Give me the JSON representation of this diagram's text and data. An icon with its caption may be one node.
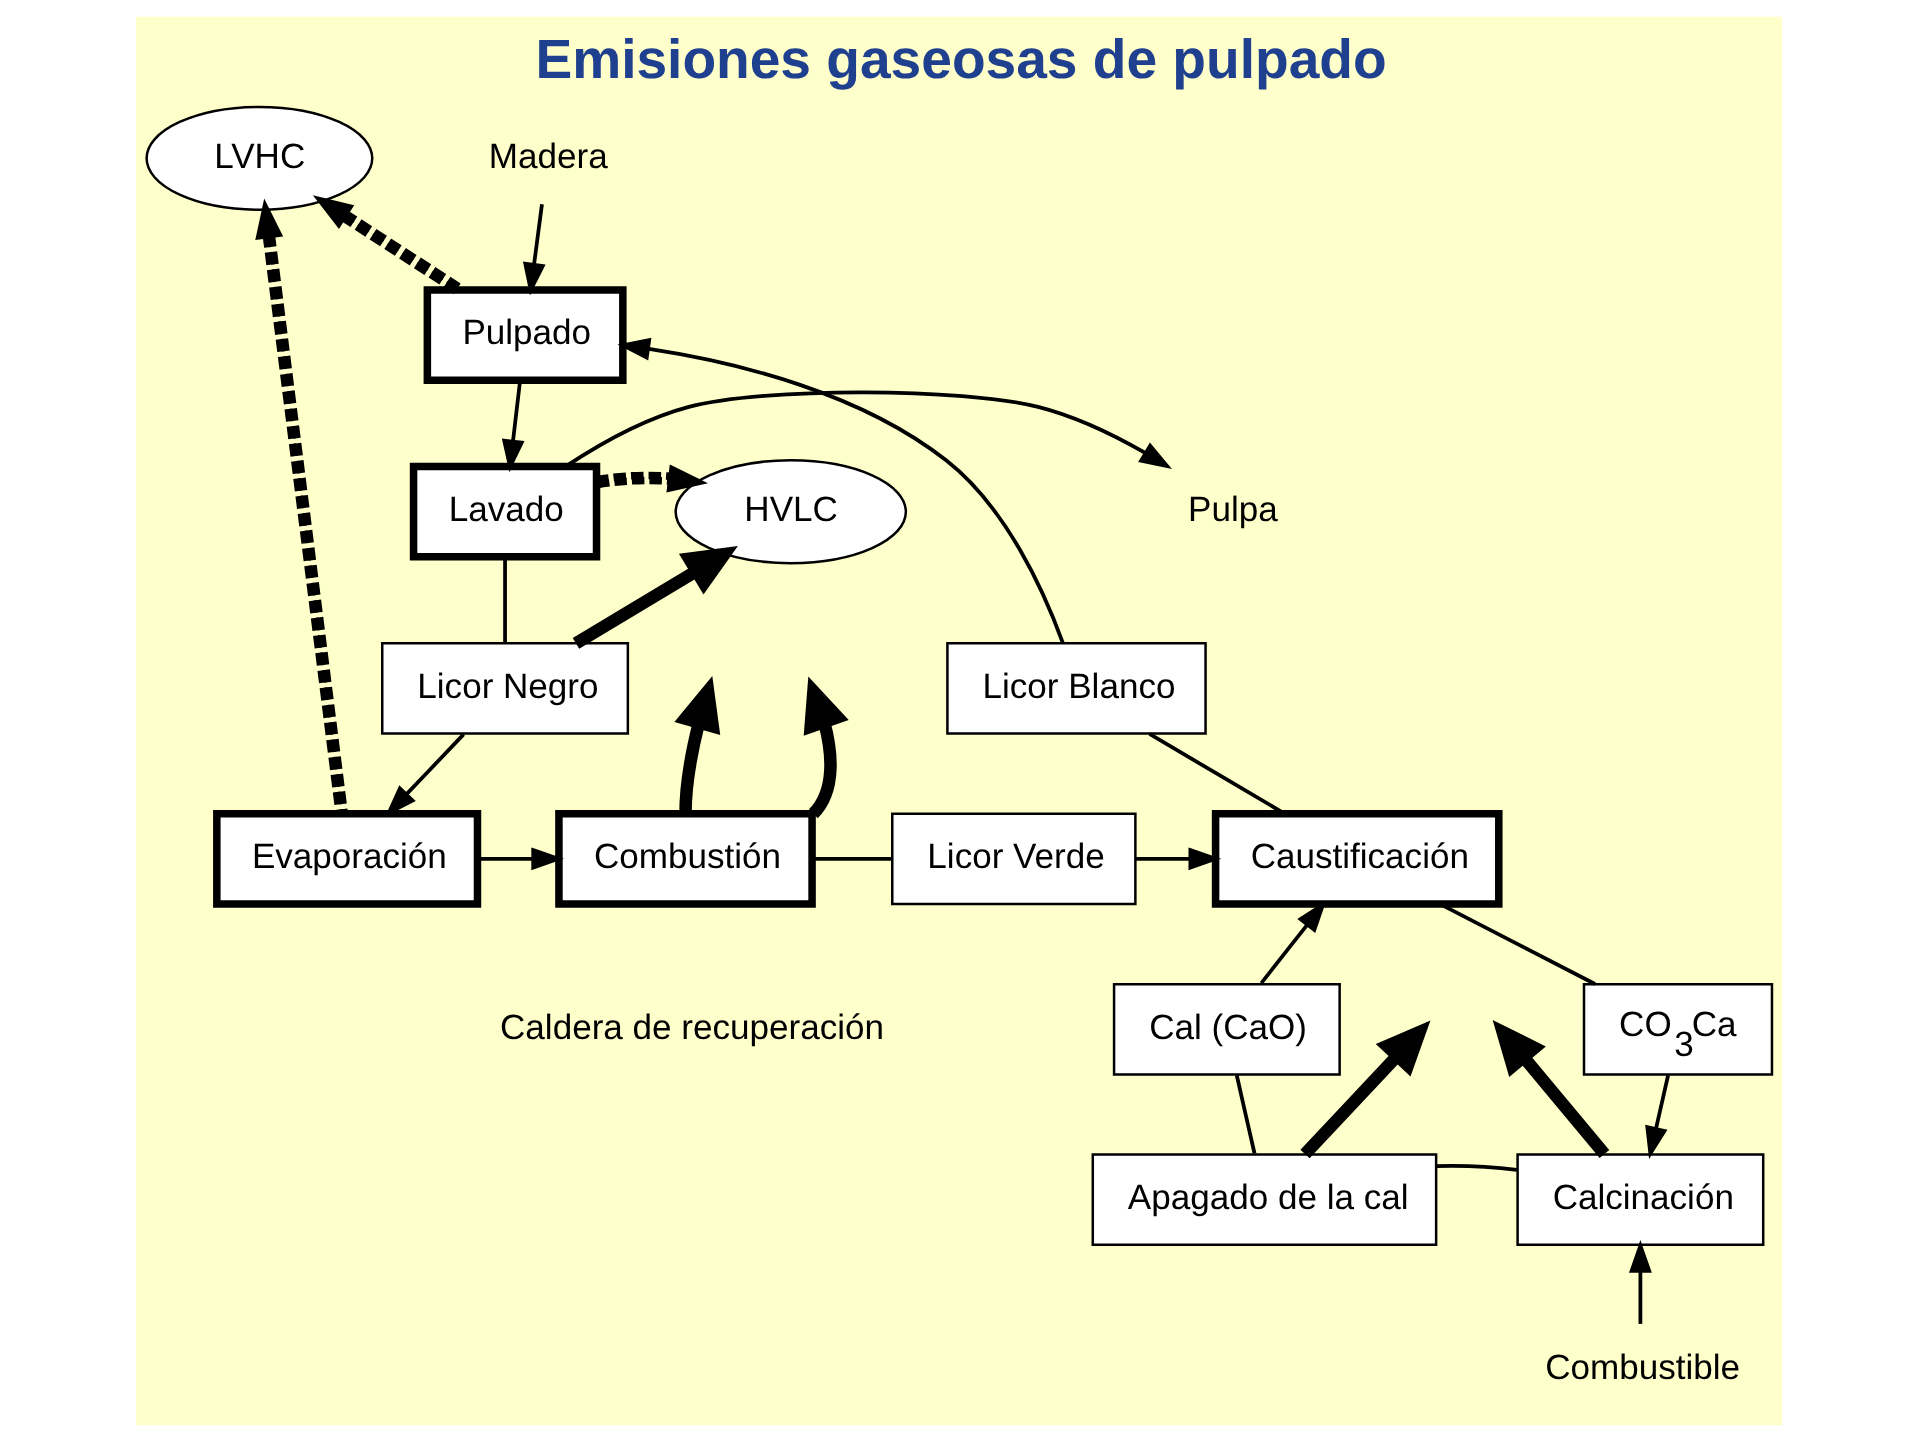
{
  "diagram": {
    "title": "Emisiones gaseosas de pulpado",
    "nodes": [
      {
        "text": [
          "Madera"
        ]
      },
      {
        "text": [
          "Pulpado"
        ]
      },
      {
        "text": [
          "Lavado"
        ]
      },
      {
        "text": [
          "Pulpa"
        ]
      },
      {
        "text": [
          "LVHC"
        ]
      },
      {
        "text": [
          "HVLC"
        ]
      },
      {
        "text": [
          "Licor Negro"
        ]
      },
      {
        "text": [
          "Evaporación"
        ]
      },
      {
        "text": [
          "Combustión"
        ],
        "beside": [
          "Caldera de recuperación"
        ]
      },
      {
        "text": [
          "Licor Verde"
        ]
      },
      {
        "text": [
          "Caustificación"
        ]
      },
      {
        "text": [
          "Licor Blanco"
        ]
      },
      {
        "text": [
          "CO$_{3}$Ca"
        ]
      },
      {
        "text": [
          "Cal (CaO)"
        ]
      },
      {
        "text": [
          "Apagado de la cal"
        ]
      },
      {
        "text": [
          "Calcinación"
        ]
      },
      {
        "text": [
          "Combustible"
        ]
      }
    ],
    "edges": [
      {
        "from": 0,
        "to": 1,
        "arrow": "to"
      },
      {
        "from": 1,
        "to": 2,
        "arrow": "to"
      },
      {
        "from": 2,
        "to": 3,
        "arrow": "to"
      },
      {
        "from": 1,
        "to": 4,
        "arrow": "to",
        "style": "dashed"
      },
      {
        "from": 2,
        "to": 5,
        "arrow": "to",
        "style": "dashed"
      },
      {
        "from": 2,
        "to": 6,
        "arrow": "none"
      },
      {
        "from": 6,
        "to": 7,
        "arrow": "to"
      },
      {
        "from": 6,
        "to": 5,
        "arrow": "to",
        "style": "thick"
      },
      {
        "from": 7,
        "to": 4,
        "arrow": "to",
        "style": "dashed"
      },
      {
        "from": 7,
        "to": 8,
        "arrow": "to"
      },
      {
        "from": 8,
        "to": null,
        "arrow": "to",
        "style": "thick"
      },
      {
        "from": 8,
        "to": null,
        "arrow": "to",
        "style": "thick"
      },
      {
        "from": 8,
        "to": 9,
        "arrow": "none"
      },
      {
        "from": 9,
        "to": 10,
        "arrow": "to"
      },
      {
        "from": 10,
        "to": 11,
        "arrow": "none"
      },
      {
        "from": 11,
        "to": 1,
        "arrow": "to"
      },
      {
        "from": 10,
        "to": 12,
        "arrow": "none"
      },
      {
        "from": 12,
        "to": 15,
        "arrow": "to"
      },
      {
        "from": 15,
        "to": 14,
        "arrow": "none"
      },
      {
        "from": 14,
        "to": 13,
        "arrow": "none"
      },
      {
        "from": 13,
        "to": 10,
        "arrow": "to"
      },
      {
        "from": 14,
        "to": null,
        "arrow": "to",
        "style": "thick"
      },
      {
        "from": 15,
        "to": null,
        "arrow": "to",
        "style": "thick"
      },
      {
        "from": 16,
        "to": 15,
        "arrow": "to"
      }
    ]
  }
}
